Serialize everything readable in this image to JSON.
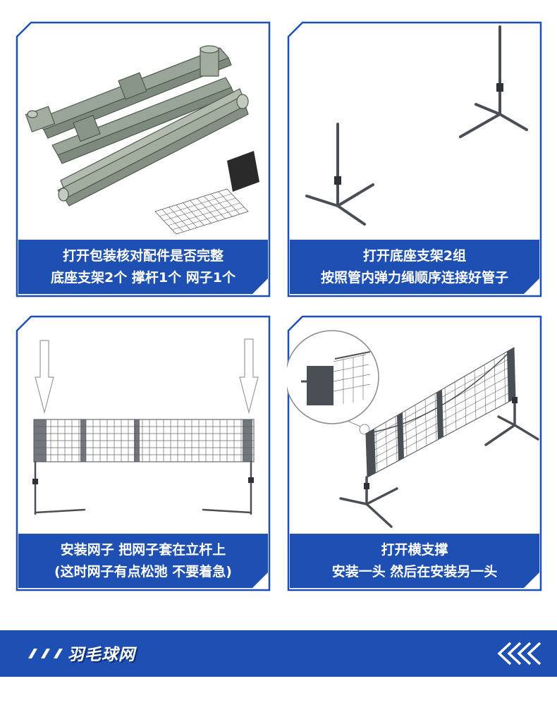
{
  "steps": [
    {
      "line1": "打开包装核对配件是否完整",
      "line2": "底座支架2个 撑杆1个 网子1个"
    },
    {
      "line1": "打开底座支架2组",
      "line2": "按照管内弹力绳顺序连接好管子"
    },
    {
      "line1": "安装网子 把网子套在立杆上",
      "line2": "(这时网子有点松弛 不要着急)"
    },
    {
      "line1": "打开横支撑",
      "line2": "安装一头 然后在安装另一头"
    }
  ],
  "footer": {
    "title": "羽毛球网"
  },
  "colors": {
    "accent": "#1e4fb3",
    "pipe": "#8f9b8f",
    "pole": "#4a4e55"
  },
  "icons": [
    "speed-dashes-icon",
    "chevrons-left-icon"
  ]
}
